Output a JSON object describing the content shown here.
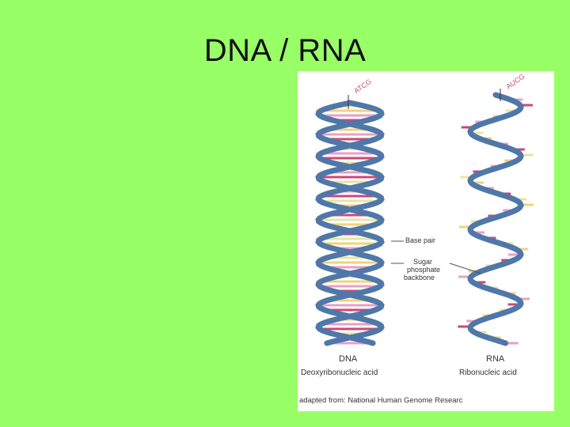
{
  "slide": {
    "title": "DNA / RNA"
  },
  "figure": {
    "dna_top_label": "ATCG",
    "rna_top_label": "AUCG",
    "label_base_pair": "Base pair",
    "label_backbone_1": "Sugar",
    "label_backbone_2": "phosphate",
    "label_backbone_3": "backbone",
    "dna_name": "DNA",
    "dna_full": "Deoxyribonucleic acid",
    "rna_name": "RNA",
    "rna_full": "Ribonucleic acid",
    "credit": "adapted from: National Human Genome Researc",
    "colors": {
      "backbone": "#4f77a8",
      "rungs": [
        "#f2d27a",
        "#e8a0c8",
        "#c94a7a",
        "#e6e6a0"
      ]
    }
  }
}
